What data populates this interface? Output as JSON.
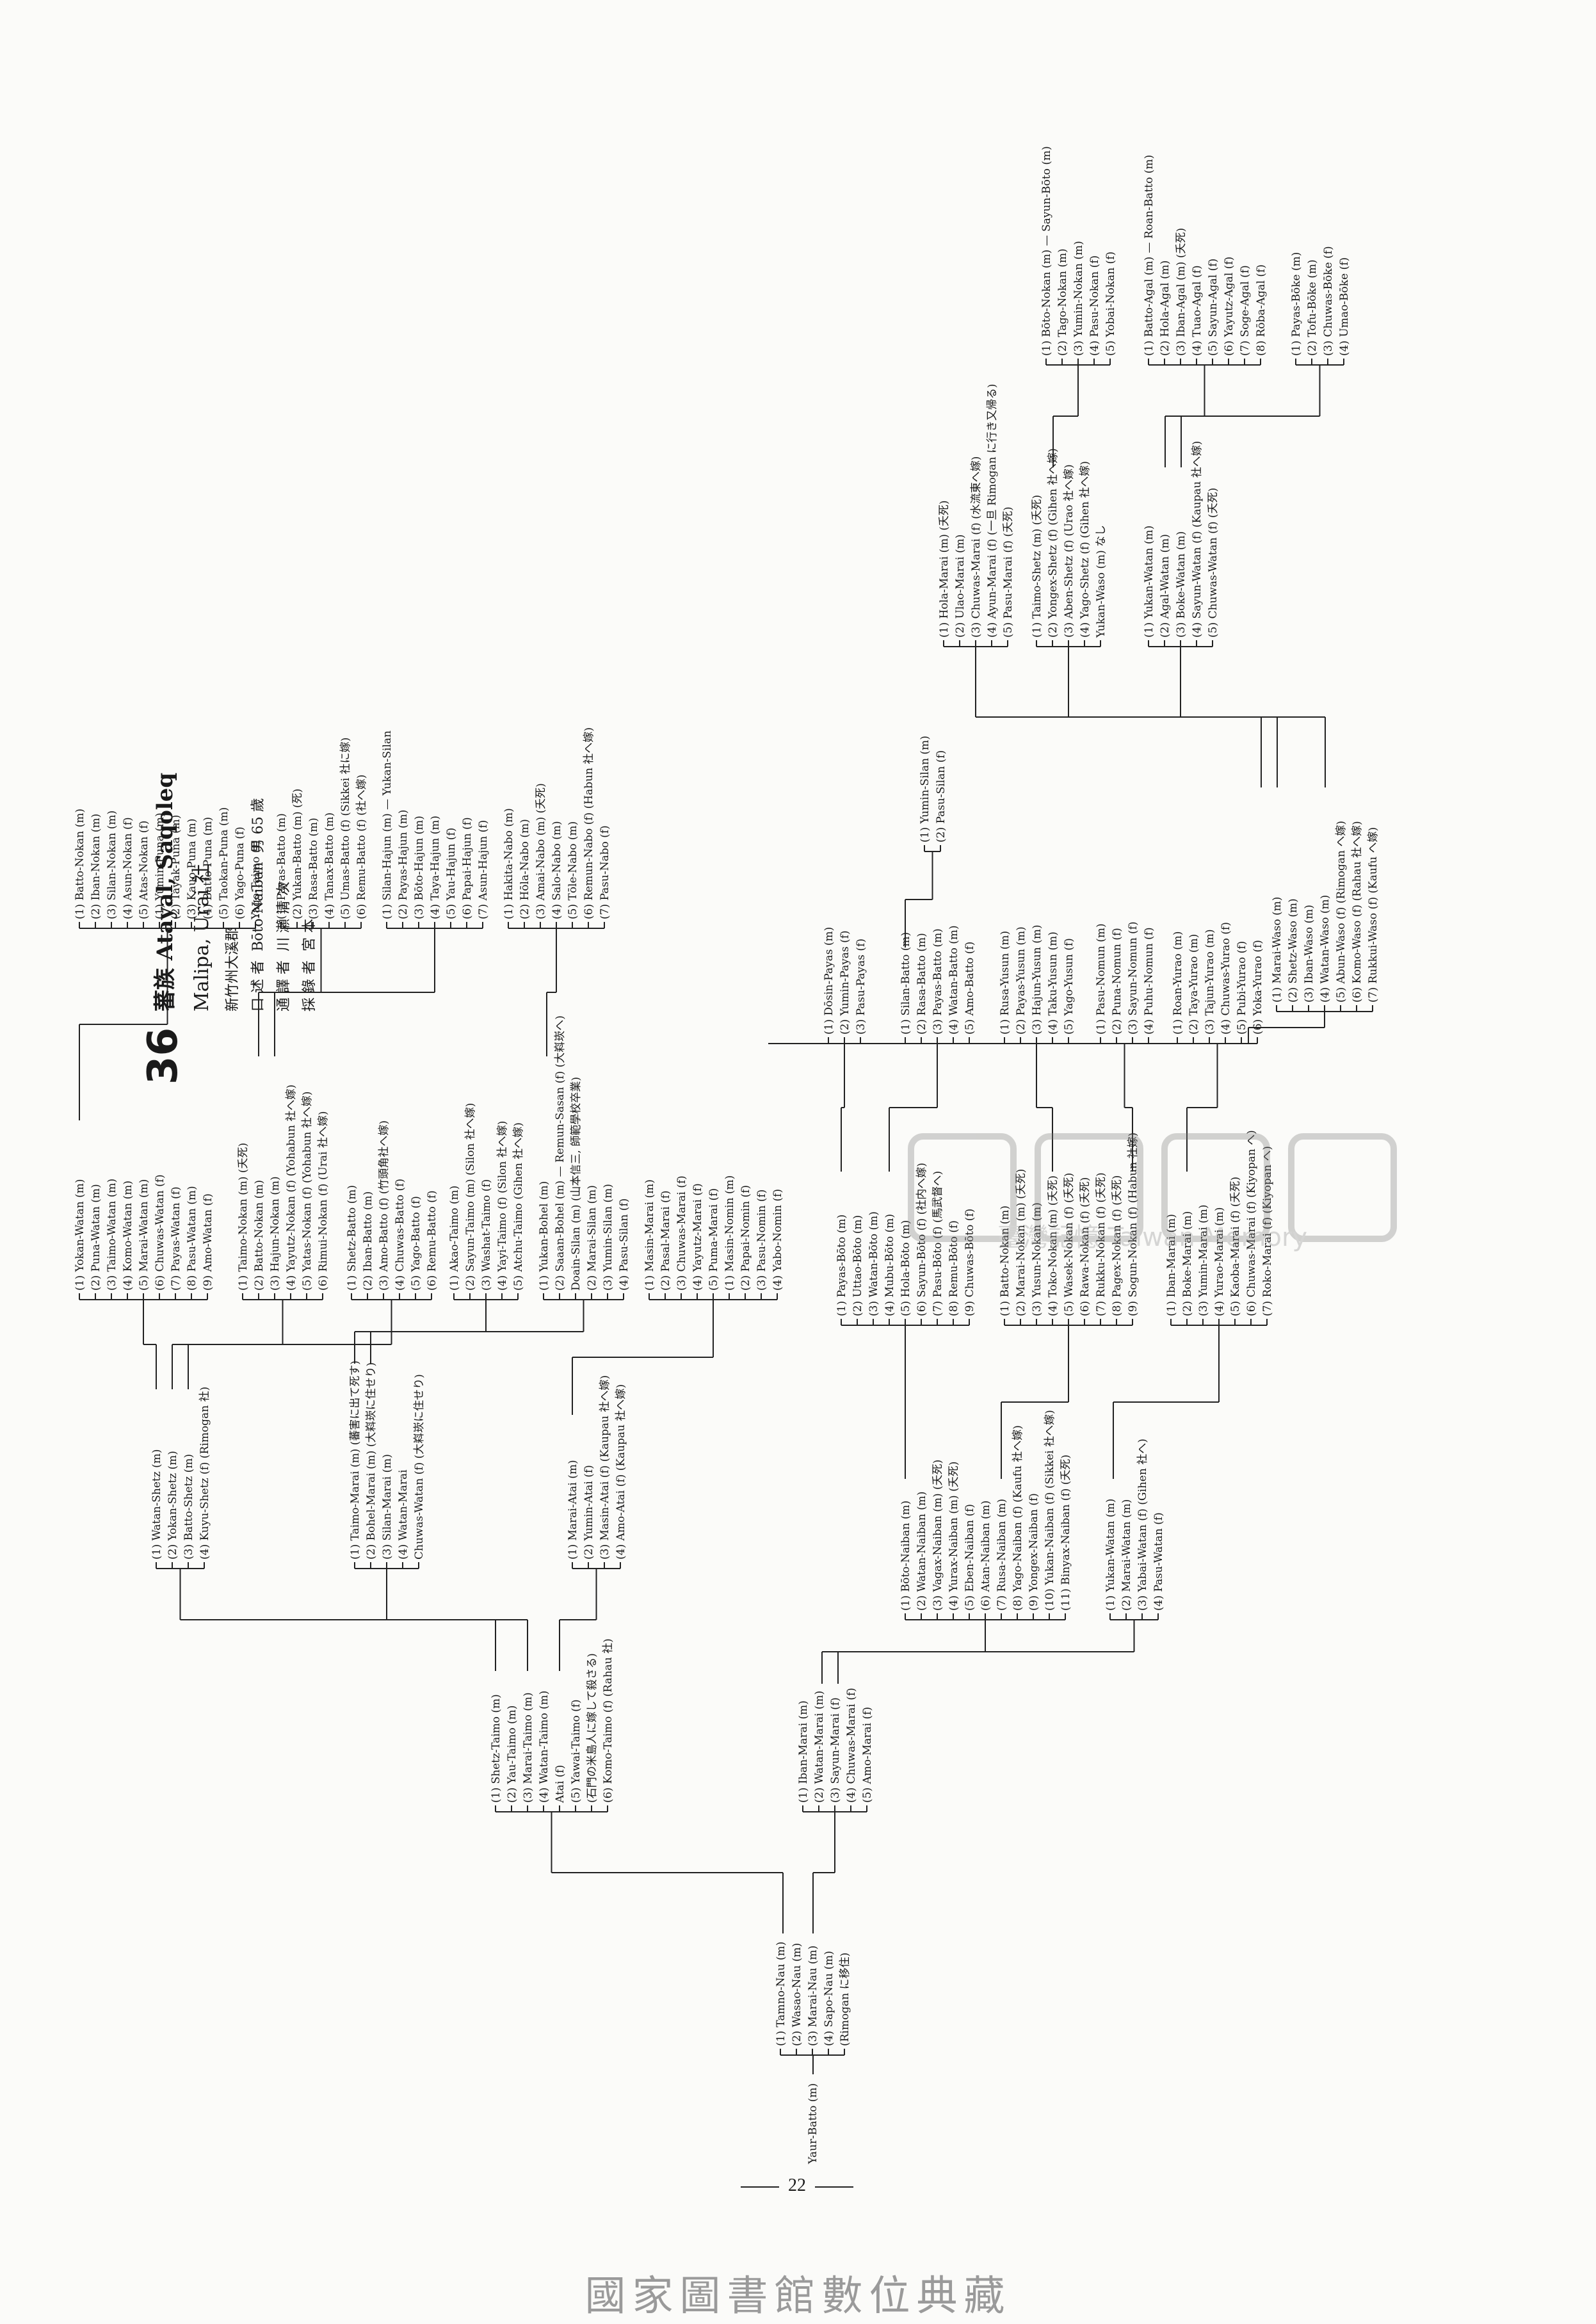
{
  "header": {
    "number": "36",
    "tribe": "蕃族",
    "title": "Atayal, Saqoleq",
    "village": "Malipa, Urai 社",
    "location": "新竹州大溪郡",
    "lines": [
      {
        "role": "口 述 者",
        "name": "Bōto-Naiban",
        "note": "男 65 歲"
      },
      {
        "role": "通 譯 者",
        "name": "川 瀨 清 次",
        "note": ""
      },
      {
        "role": "採 錄 者",
        "name": "宮 本",
        "note": ""
      }
    ]
  },
  "root": "Yaur-Batto (m)",
  "gen1": [
    "(1) Tamno-Nau (m)",
    "(2) Wasao-Nau (m)",
    "(3) Marai-Nau (m)",
    "(4) Sapo-Nau (m)",
    "(Rimogan に移住)"
  ],
  "gen2a": [
    "(1) Shetz-Taimo (m)",
    "(2) Yau-Taimo (m)",
    "(3) Marai-Taimo (m)",
    "(4) Watan-Taimo (m)",
    "Atai (f)",
    "(5) Yawai-Taimo (f)",
    "(石門の米島人に嫁して殺さる)",
    "(6) Komo-Taimo (f) (Rahau 社)"
  ],
  "gen2b": [
    "(1) Iban-Marai (m)",
    "(2) Watan-Marai (m)",
    "(3) Sayun-Marai (f)",
    "(4) Chuwas-Marai (f)",
    "(5) Amo-Marai (f)"
  ],
  "gen3a": [
    "(1) Watan-Shetz (m)",
    "(2) Yokan-Shetz (m)",
    "(3) Batto-Shetz (m)",
    "(4) Kuyu-Shetz (f) (Rimogan 社)"
  ],
  "gen3b": [
    "(1) Taimo-Marai (m) (蕃害に出て死す)",
    "(2) Bohel-Marai (m) (大嵙崁に住せり)",
    "(3) Silan-Marai (m)",
    "(4) Watan-Marai",
    "Chuwas-Watan (f) (大嵙崁に住せり)"
  ],
  "gen3c": [
    "(1) Marai-Atai (m)",
    "(2) Yumin-Atai (f)",
    "(3) Masin-Atai (f) (Kaupau 社へ嫁)",
    "(4) Amo-Atai (f) (Kaupau 社へ嫁)"
  ],
  "gen4a": [
    "(1) Yokan-Watan (m)",
    "(2) Puna-Watan (m)",
    "(3) Taimo-Watan (m)",
    "(4) Komo-Watan (m)",
    "(5) Marai-Watan (m)",
    "(6) Chuwas-Watan (f)",
    "(7) Payas-Watan (f)",
    "(8) Pasu-Watan (m)",
    "(9) Amo-Watan (f)"
  ],
  "gen4b": [
    "(1) Taimo-Nokan (m) (夭死)",
    "(2) Batto-Nokan (m)",
    "(3) Hajun-Nokan (m)",
    "(4) Yayutz-Nokan (f) (Yohabun 社へ嫁)",
    "(5) Yatas-Nokan (f) (Yohabun 社へ嫁)",
    "(6) Rimui-Nokan (f) (Urai 社へ嫁)"
  ],
  "gen4c": [
    "(1) Shetz-Batto (m)",
    "(2) Iban-Batto (m)",
    "(3) Amo-Batto (f) (竹頭角社へ嫁)",
    "(4) Chuwas-Batto (f)",
    "(5) Yago-Batto (f)",
    "(6) Remu-Batto (f)"
  ],
  "gen4d": [
    "(1) Akao-Taimo (m)",
    "(2) Sayun-Taimo (m) (Silon 社へ嫁)",
    "(3) Washat-Taimo (f)",
    "(4) Yayi-Taimo (f) (Silon 社へ嫁)",
    "(5) Atchu-Taimo (Gihen 社へ嫁)"
  ],
  "gen4e": [
    "(1) Yukan-Bohel (m)",
    "(2) Saaan-Bohel (m) — Remun-Sasan (f) (大嵙崁へ)",
    "Doain-Silan (m) (山本信三, 師範學校卒業)",
    "(2) Marai-Silan (m)",
    "(3) Yumin-Silan (m)",
    "(4) Pasu-Silan (f)"
  ],
  "gen4f": [
    "(1) Masin-Marai (m)",
    "(2) Pasal-Marai (f)",
    "(3) Chuwas-Marai (f)",
    "(4) Yayutz-Marai (f)",
    "(5) Puma-Marai (f)",
    "(1) Masin-Nomin (m)",
    "(2) Papai-Nomin (f)",
    "(3) Pasu-Nomin (f)",
    "(4) Yabo-Nomin (f)"
  ],
  "gen5a": [
    "(1) Batto-Nokan (m)",
    "(2) Iban-Nokan (m)",
    "(3) Silan-Nokan (m)",
    "(4) Asun-Nokan (f)",
    "(5) Atas-Nokan (f)",
    "(1) Yumin-Puna (m)",
    "(2) Tayak-Puna (m)",
    "(3) Kauo-Puna (m)",
    "(4) Batto-Puna (m)",
    "(5) Taokan-Puna (m)",
    "(6) Yago-Puna (f)",
    "Yago-Taimo (f)"
  ],
  "gen5b": [
    "(1) Payas-Batto (m)",
    "(2) Yukan-Batto (m) (死)",
    "(3) Rasa-Batto (m)",
    "(4) Tanax-Batto (m)",
    "(5) Umas-Batto (f) (Sikkei 社に嫁)",
    "(6) Remu-Batto (f) (社へ嫁)"
  ],
  "gen5c": [
    "(1) Silan-Hajun (m) — Yukan-Silan",
    "(2) Payas-Hajun (m)",
    "(3) Bōto-Hajun (m)",
    "(4) Taya-Hajun (m)",
    "(5) Yau-Hajun (f)",
    "(6) Papai-Hajun (f)",
    "(7) Asun-Hajun (f)"
  ],
  "gen5d": [
    "(1) Hakita-Nabo (m)",
    "(2) Hōla-Nabo (m)",
    "(3) Amai-Nabo (m) (夭死)",
    "(4) Salo-Nabo (m)",
    "(5) Tōle-Nabo (m)",
    "(6) Remun-Nabo (f) (Habun 社へ嫁)",
    "(7) Pasu-Nabo (f)"
  ],
  "right": {
    "naiban": [
      "(1) Bōto-Naiban (m)",
      "(2) Watan-Naiban (m)",
      "(3) Vagax-Naiban (m) (夭死)",
      "(4) Yurax-Naiban (m) (夭死)",
      "(5) Eben-Naiban (f)",
      "(6) Atan-Naiban (m)",
      "(7) Rusa-Naiban (m)",
      "(8) Yago-Naiban (f) (Kaufu 社へ嫁)",
      "(9) Yongex-Naiban (f)",
      "(10) Yukan-Naiban (f) (Sikkei 社へ嫁)",
      "(11) Binyax-Naiban (f) (夭死)"
    ],
    "watan": [
      "(1) Yukan-Watan (m)",
      "(2) Marai-Watan (m)",
      "(3) Yabai-Watan (f) (Gihen 社へ)",
      "(4) Pasu-Watan (f)"
    ],
    "boto": [
      "(1) Payas-Bōto (m)",
      "(2) Uttao-Bōto (m)",
      "(3) Watan-Bōto (m)",
      "(4) Mubu-Bōto (m)",
      "(5) Hola-Bōto (m)",
      "(6) Sayun-Bōto (f) (社内へ嫁)",
      "(7) Pasu-Bōto (f) (馬武督へ)",
      "(8) Remu-Bōto (f)",
      "(9) Chuwas-Bōto (f)"
    ],
    "nokan": [
      "(1) Batto-Nokan (m)",
      "(2) Marai-Nokan (m) (夭死)",
      "(3) Yusun-Nokan (m)",
      "(4) Toko-Nokan (m) (夭死)",
      "(5) Wasek-Nokan (f) (夭死)",
      "(6) Rawa-Nokan (f) (夭死)",
      "(7) Rukku-Nokan (f) (夭死)",
      "(8) Pagex-Nokan (f) (夭死)",
      "(9) Sogun-Nokan (f) (Habun 社嫁)"
    ],
    "marai2": [
      "(1) Iban-Marai (m)",
      "(2) Boke-Marai (m)",
      "(3) Yumin-Marai (m)",
      "(4) Yurao-Marai (m)",
      "(5) Kaoba-Marai (f) (夭死)",
      "(6) Chuwas-Marai (f) (Kiyopan へ)",
      "(7) Roko-Marai (f) (Kiyopan へ)"
    ],
    "payas": [
      "(1) Dōsin-Payas (m)",
      "(2) Yumin-Payas (f)",
      "(3) Pasu-Payas (f)"
    ],
    "batto2": [
      "(1) Silan-Batto (m)",
      "(2) Rasa-Batto (m)",
      "(3) Payas-Batto (m)",
      "(4) Watan-Batto (m)",
      "(5) Amo-Batto (f)"
    ],
    "yusun": [
      "(1) Rusa-Yusun (m)",
      "(2) Payas-Yusun (m)",
      "(3) Hajun-Yusun (m)",
      "(4) Taku-Yusun (m)",
      "(5) Yago-Yusun (f)"
    ],
    "nomun": [
      "(1) Pasu-Nomun (m)",
      "(2) Puna-Nomun (f)",
      "(3) Sayun-Nomun (f)",
      "(4) Puhu-Nomun (f)"
    ],
    "yurao": [
      "(1) Roan-Yurao (m)",
      "(2) Taya-Yurao (m)",
      "(3) Tajun-Yurao (m)",
      "(4) Chuwas-Yurao (f)",
      "(5) Pubi-Yurao (f)",
      "(6) Yoka-Yurao (f)"
    ],
    "silan2": [
      "(1) Yumin-Silan (m)",
      "(2) Pasu-Silan (f)"
    ],
    "marai3": [
      "(1) Hola-Marai (m) (夭死)",
      "(2) Ulao-Marai (m)",
      "(3) Chuwas-Marai (f) (水流東へ嫁)",
      "(4) Ayun-Marai (f) (一旦 Rimogan に行き又帰る)",
      "(5) Pasu-Marai (f) (夭死)"
    ],
    "shetz2": [
      "(1) Taimo-Shetz (m) (夭死)",
      "(2) Yongex-Shetz (f) (Gihen 社へ嫁)",
      "(3) Aben-Shetz (f) (Urao 社へ嫁)",
      "(4) Yago-Shetz (f) (Gihen 社へ嫁)",
      "Yukan-Waso (m) なし"
    ],
    "waso": [
      "(1) Marai-Waso (m)",
      "(2) Shetz-Waso (m)",
      "(3) Iban-Waso (m)",
      "(4) Watan-Waso (m)",
      "(5) Abun-Waso (f) (Rimogan へ嫁)",
      "(6) Komo-Waso (f) (Rahau 社へ嫁)",
      "(7) Rukkui-Waso (f) (Kaufu へ嫁)"
    ],
    "watan3": [
      "(1) Yukan-Watan (m)",
      "(2) Agal-Watan (m)",
      "(3) Boke-Watan (m)",
      "(4) Sayun-Watan (f) (Kaupau 社へ嫁)",
      "(5) Chuwas-Watan (f) (夭死)"
    ],
    "nokan3": [
      "(1) Bōto-Nokan (m) — Sayun-Bōto (m)",
      "(2) Tago-Nokan (m)",
      "(3) Yumin-Nokan (m)",
      "(4) Pasu-Nokan (f)",
      "(5) Yobai-Nokan (f)"
    ],
    "agal": [
      "(1) Batto-Agal (m) — Roan-Batto (m)",
      "(2) Hola-Agal (m)",
      "(3) Iban-Agal (m) (夭死)",
      "(4) Tuao-Agal (f)",
      "(5) Sayun-Agal (f)",
      "(6) Yayutz-Agal (f)",
      "(7) Soge-Agal (f)",
      "(8) Rōba-Agal (f)"
    ],
    "boke": [
      "(1) Payas-Bōke (m)",
      "(2) Tofu-Bōke (m)",
      "(3) Chuwas-Bōke (f)",
      "(4) Umao-Bōke (f)"
    ]
  },
  "page_number": "22",
  "watermark": "臺灣記憶",
  "watermark_sub": "Taiwan Memory",
  "footer": "國家圖書館數位典藏"
}
